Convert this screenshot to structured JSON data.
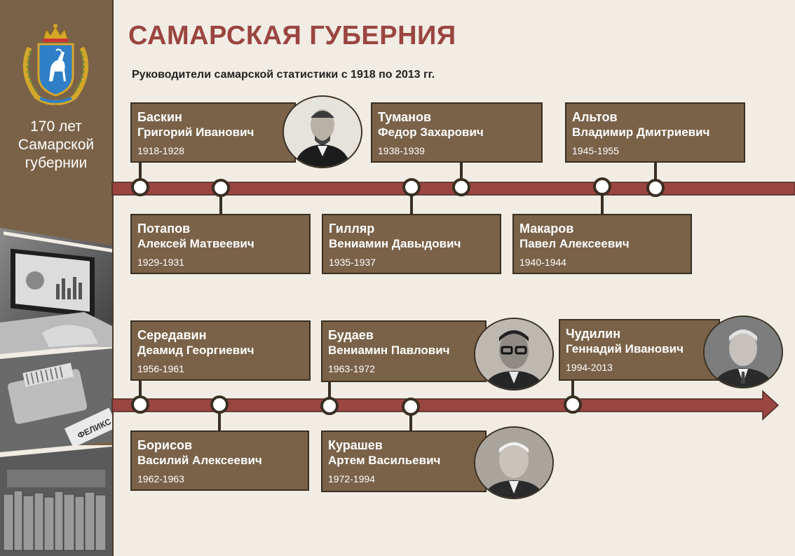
{
  "header": {
    "title": "САМАРСКАЯ ГУБЕРНИЯ",
    "subtitle": "Руководители самарской статистики с 1918 по 2013 гг."
  },
  "sidebar": {
    "anniversary_line1": "170 лет",
    "anniversary_line2": "Самарской",
    "anniversary_line3": "губернии"
  },
  "colors": {
    "accent": "#9b4541",
    "card": "#7a6248",
    "background": "#f1ede4"
  },
  "leaders": [
    {
      "surname": "Баскин",
      "given": "Григорий Иванович",
      "years": "1918-1928"
    },
    {
      "surname": "Туманов",
      "given": "Федор Захарович",
      "years": "1938-1939"
    },
    {
      "surname": "Альтов",
      "given": "Владимир Дмитриевич",
      "years": "1945-1955"
    },
    {
      "surname": "Потапов",
      "given": "Алексей Матвеевич",
      "years": "1929-1931"
    },
    {
      "surname": "Гилляр",
      "given": "Вениамин Давыдович",
      "years": "1935-1937"
    },
    {
      "surname": "Макаров",
      "given": "Павел Алексеевич",
      "years": "1940-1944"
    },
    {
      "surname": "Середавин",
      "given": "Деамид Георгиевич",
      "years": "1956-1961"
    },
    {
      "surname": "Будаев",
      "given": "Вениамин Павлович",
      "years": "1963-1972"
    },
    {
      "surname": "Чудилин",
      "given": "Геннадий Иванович",
      "years": "1994-2013"
    },
    {
      "surname": "Борисов",
      "given": "Василий Алексеевич",
      "years": "1962-1963"
    },
    {
      "surname": "Курашев",
      "given": "Артем Васильевич",
      "years": "1972-1994"
    }
  ]
}
